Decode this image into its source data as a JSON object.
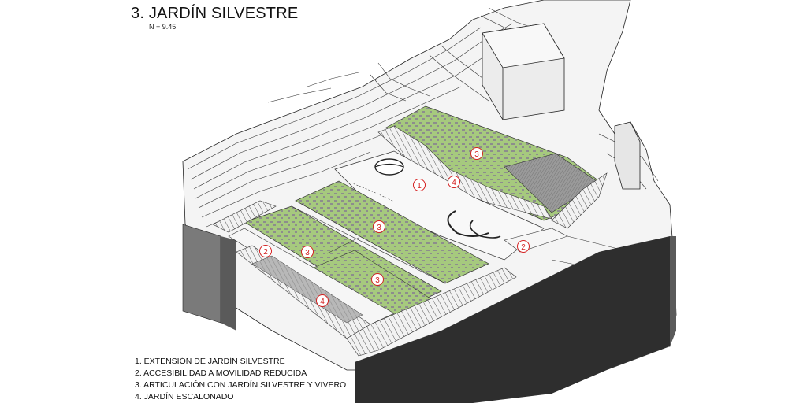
{
  "header": {
    "title": "3. JARDÍN SILVESTRE",
    "level": "N + 9.45"
  },
  "legend": {
    "items": [
      "1. EXTENSIÓN DE JARDÍN SILVESTRE",
      "2. ACCESIBILIDAD A MOVILIDAD REDUCIDA",
      "3. ARTICULACIÓN CON JARDÍN SILVESTRE Y VIVERO",
      "4. JARDÍN ESCALONADO"
    ]
  },
  "markers": [
    "1",
    "2",
    "2",
    "3",
    "3",
    "3",
    "3",
    "4",
    "4"
  ],
  "colors": {
    "marker_ring": "#d42020",
    "vegetation": "#a6c97e",
    "paving": "#b3b3b3",
    "section_dark": "#2e2e2e",
    "section_mid": "#7a7a7a"
  }
}
